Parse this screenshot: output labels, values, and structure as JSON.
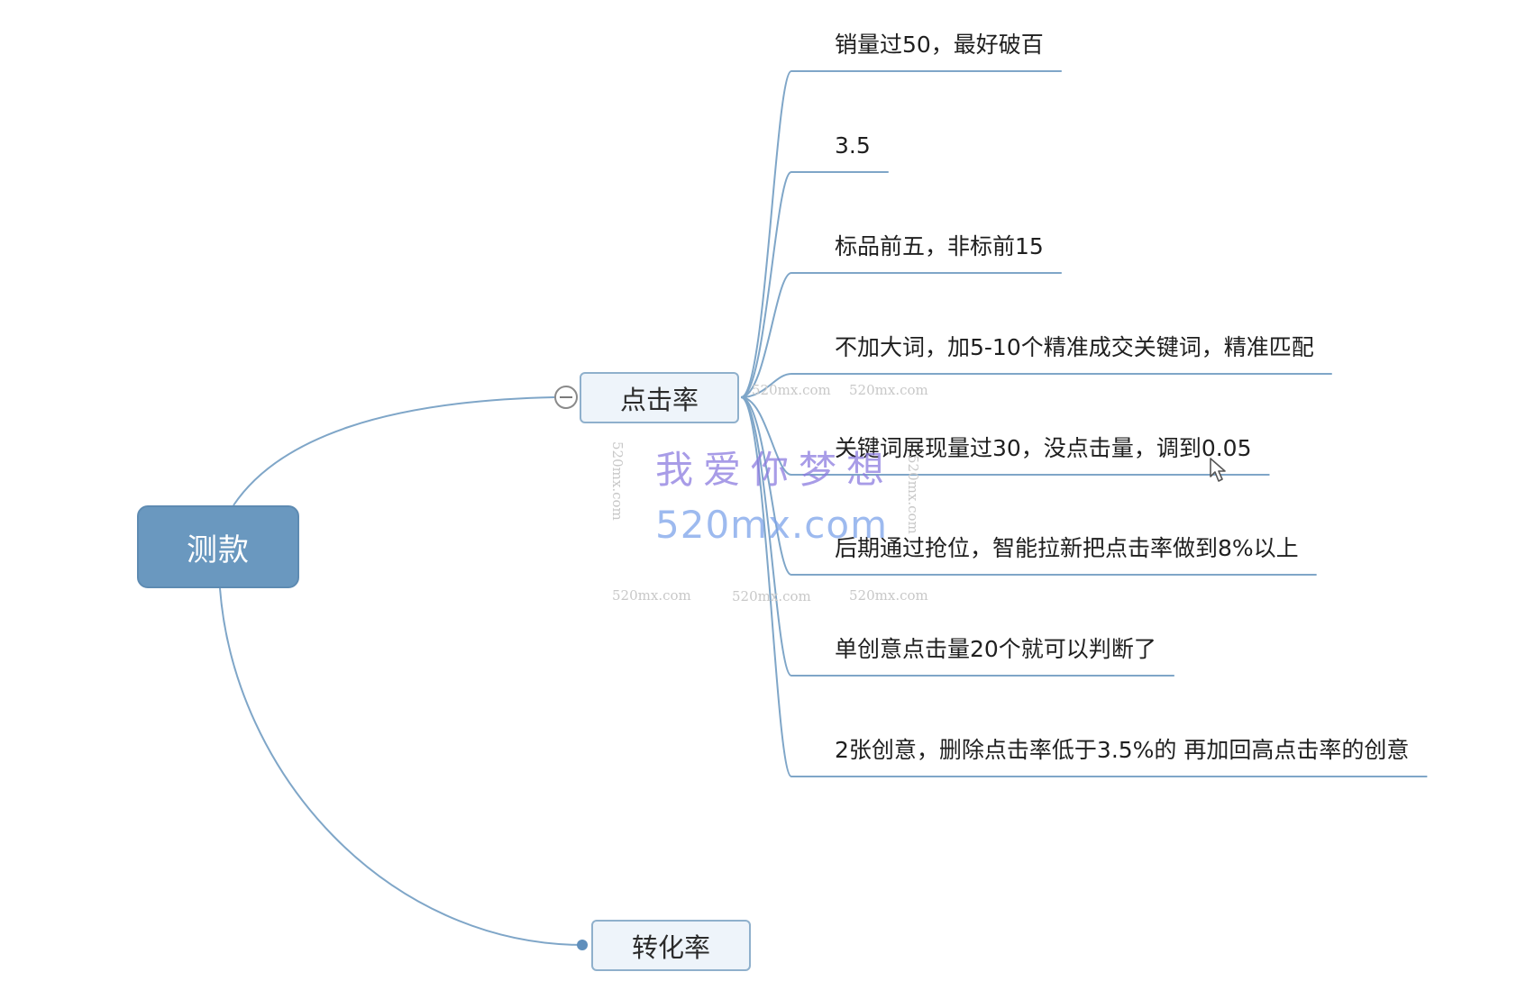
{
  "root": {
    "label": "测款"
  },
  "branches": [
    {
      "label": "点击率",
      "children": [
        "销量过50，最好破百",
        "3.5",
        "标品前五，非标前15",
        "不加大词，加5-10个精准成交关键词，精准匹配",
        "关键词展现量过30，没点击量，调到0.05",
        "后期通过抢位，智能拉新把点击率做到8%以上",
        "单创意点击量20个就可以判断了",
        "2张创意，删除点击率低于3.5%的 再加回高点击率的创意"
      ]
    },
    {
      "label": "转化率",
      "children": []
    }
  ],
  "watermark": {
    "title": "我爱你梦想",
    "url": "520mx.com",
    "small": "520mx.com"
  },
  "colors": {
    "root_fill": "#6a98bf",
    "node_fill": "#eef4fa",
    "node_border": "#8fb0cc",
    "line": "#7fa6c8"
  },
  "icons": {
    "collapse": "collapse-minus-icon",
    "cursor": "mouse-pointer-icon"
  }
}
